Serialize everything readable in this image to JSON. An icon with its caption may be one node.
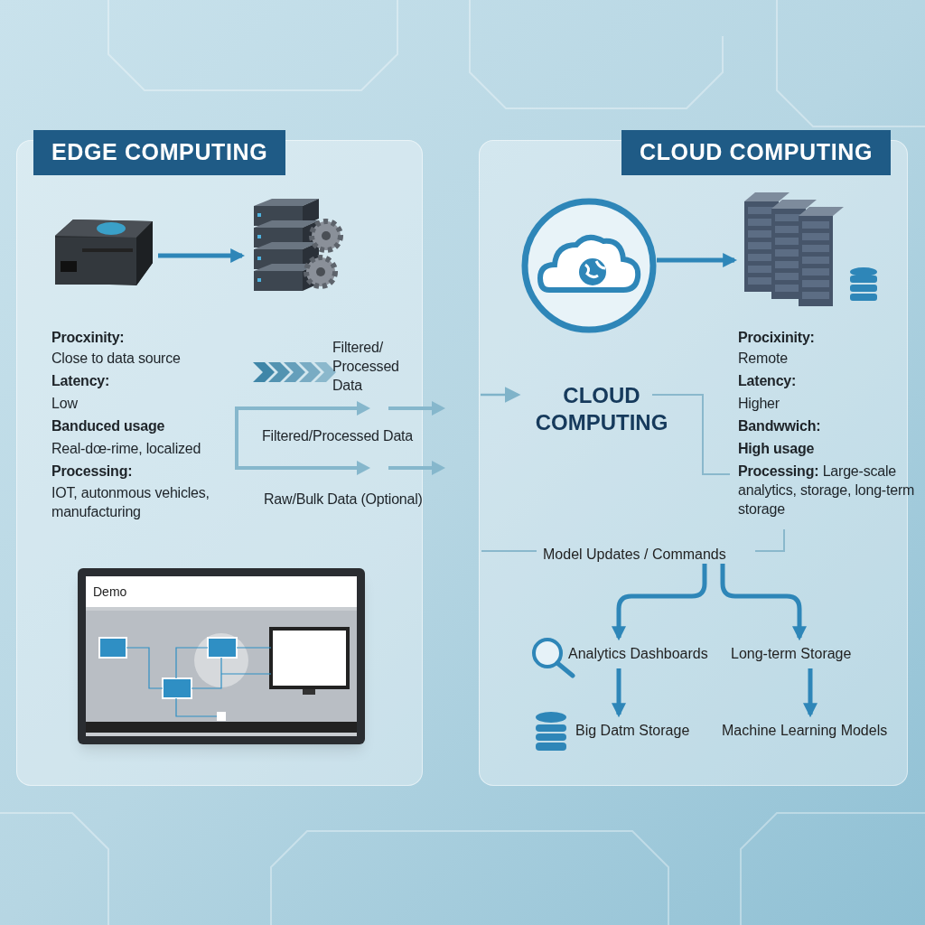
{
  "diagram": {
    "nodes": [
      {
        "text": [
          "EDGE COMPUTING"
        ]
      },
      {
        "text": [],
        "shape": "picture",
        "in": 0
      },
      {
        "text": [],
        "shape": "picture",
        "in": 0
      },
      {
        "text": [
          "Demo"
        ],
        "in": 0
      },
      {
        "text": [
          "CLOUD COMPUTING"
        ]
      },
      {
        "text": [],
        "shape": "picture",
        "in": 4
      },
      {
        "text": [],
        "shape": "picture",
        "in": 4
      },
      {
        "text": [
          "CLOUD COMPUTING"
        ],
        "in": 4
      },
      {
        "text": [
          "Model Updates / Commands"
        ],
        "in": 4
      },
      {
        "text": [
          "Analytics Dashboards"
        ],
        "in": 4
      },
      {
        "text": [
          "Long-term Storage"
        ],
        "in": 4
      },
      {
        "text": [
          "Big Datm Storage"
        ],
        "in": 4
      },
      {
        "text": [
          "Machine Learning Models"
        ],
        "in": 4
      }
    ],
    "edges": [
      {
        "from": 1,
        "to": 2,
        "arrow": "to"
      },
      {
        "from": 5,
        "to": 6,
        "arrow": "to"
      },
      {
        "from": null,
        "to": 7,
        "arrow": "to",
        "color": "#7fb3c9"
      },
      {
        "from": 8,
        "to": 9,
        "arrow": "to"
      },
      {
        "from": 8,
        "to": 10,
        "arrow": "to"
      },
      {
        "from": 9,
        "to": 11,
        "arrow": "to"
      },
      {
        "from": 10,
        "to": 12,
        "arrow": "to"
      }
    ],
    "labels": [
      "Procxinity:",
      "Close to data source",
      "Latency:",
      "Low",
      "Banduced usage",
      "Real-dœ-rime, localized",
      "Processing:",
      "IOT, autonmous vehicles, manufacturing",
      "Filtered/ Processed Data",
      "Filtered/Processed Data",
      "Raw/Bulk Data (Optional)",
      "Procixinity:",
      "Remote",
      "Latency:",
      "Higher",
      "Bandwwich:",
      "High usage",
      "**Processing:** Large-scale analytics, storage, long-term storage"
    ]
  }
}
